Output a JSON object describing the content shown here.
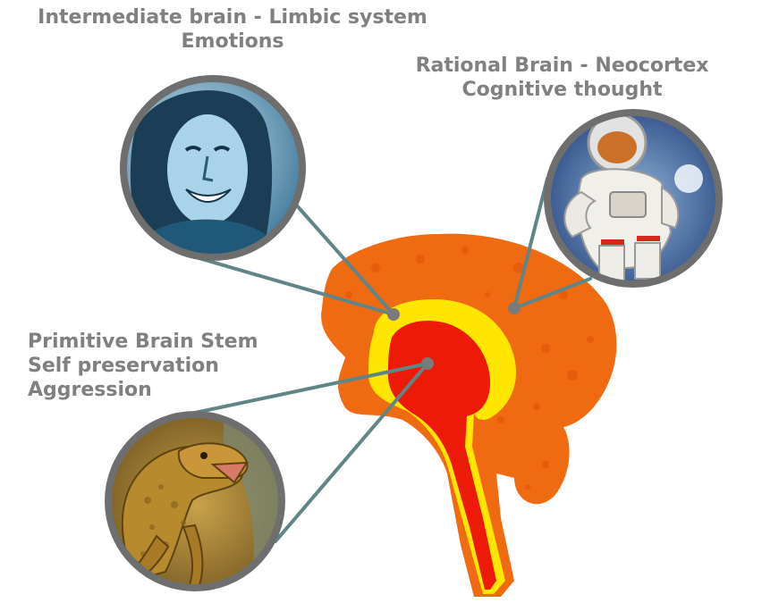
{
  "labels": {
    "limbic": {
      "line1": "Intermediate brain - Limbic system",
      "line2": "Emotions"
    },
    "neocortex": {
      "line1": "Rational Brain - Neocortex",
      "line2": "Cognitive thought"
    },
    "stem": {
      "line1": "Primitive Brain Stem",
      "line2": "Self preservation",
      "line3": "Aggression"
    }
  },
  "colors": {
    "label_text": "#808080",
    "neocortex": "#f06a12",
    "limbic": "#ffe600",
    "stem": "#ee1a08",
    "circle_border": "#6e6e6e",
    "leader_line": "#5f8586"
  },
  "icons": {
    "limbic_photo": "smiling-man-photo",
    "neocortex_photo": "astronaut-photo",
    "stem_photo": "lizard-photo"
  }
}
